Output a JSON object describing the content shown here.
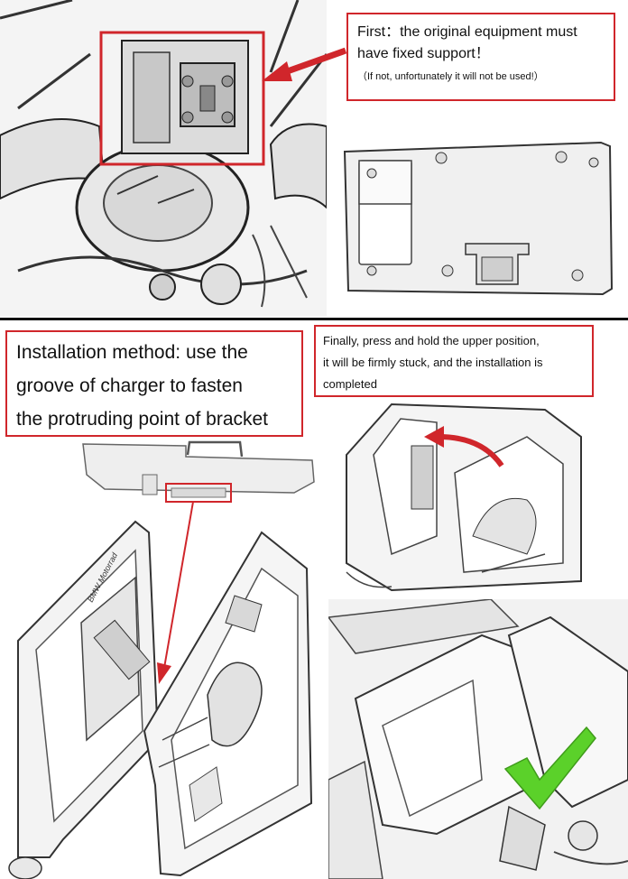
{
  "callouts": {
    "first": {
      "line1": "First：the original equipment must",
      "line2": "have fixed support！",
      "line3": "（If not, unfortunately it will not be used!）"
    },
    "method": {
      "line1": "Installation method: use the",
      "line2": "groove of charger to fasten",
      "line3": "the protruding point of bracket"
    },
    "finally": {
      "line1": "Finally, press and hold the upper position,",
      "line2": "it will be firmly stuck, and the installation is",
      "line3": "completed"
    }
  },
  "labels": {
    "brand_stamp": "BMW Motorrad"
  },
  "colors": {
    "accent_red": "#d0262b",
    "check_green": "#5bd12a",
    "line_gray": "#555555"
  },
  "icons": {
    "arrow": "red-arrow-icon",
    "check": "green-checkmark-icon"
  }
}
